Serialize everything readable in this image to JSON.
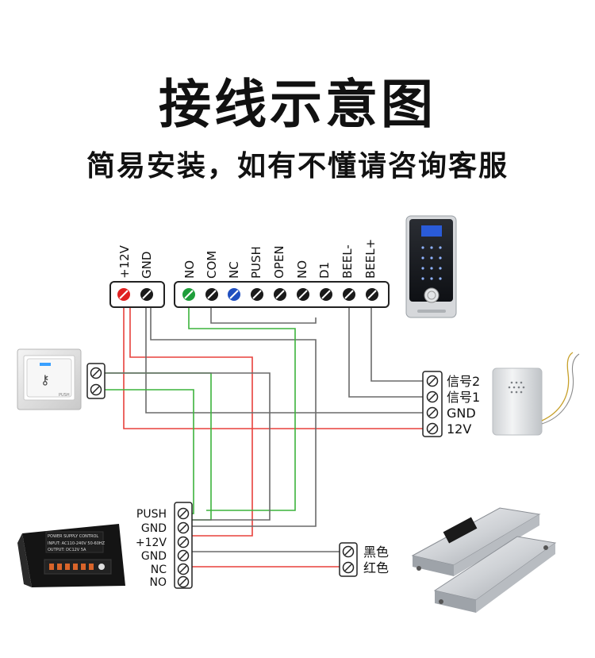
{
  "title": "接线示意图",
  "subtitle": "简易安装，如有不懂请咨询客服",
  "controller_terminals": {
    "power": [
      "+12V",
      "GND"
    ],
    "main": [
      "NO",
      "COM",
      "NC",
      "PUSH",
      "OPEN",
      "NO",
      "D1",
      "BEEL-",
      "BEEL+"
    ]
  },
  "doorbell_terminals": [
    "信号2",
    "信号1",
    "GND",
    "12V"
  ],
  "psu_terminals": [
    "PUSH",
    "GND",
    "+12V",
    "GND",
    "NC",
    "NO"
  ],
  "lock_terminals": [
    "黑色",
    "红色"
  ],
  "push_button_text": "PUSH",
  "psu_panel_text": {
    "line1": "POWER SUPPLY CONTROL",
    "line2": "INPUT: AC110-240V 50-60HZ",
    "line3": "OUTPUT: DC12V 5A"
  },
  "colors": {
    "wire_red": "#e8413c",
    "wire_green": "#3cb33c",
    "wire_gray": "#6a6a6a",
    "terminal_red": "#e02020",
    "terminal_green": "#1e9e3a",
    "terminal_blue": "#1f4fc0"
  }
}
